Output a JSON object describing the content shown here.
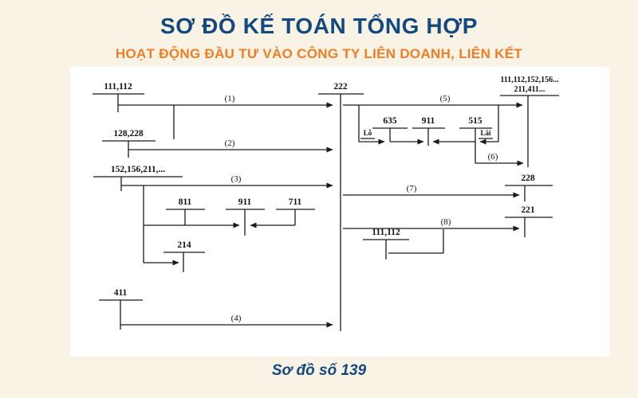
{
  "header": {
    "title": "SƠ ĐỒ KẾ TOÁN TỔNG HỢP",
    "subtitle": "HOẠT ĐỘNG ĐẦU TƯ VÀO CÔNG TY LIÊN DOANH, LIÊN KẾT"
  },
  "footer": {
    "caption": "Sơ đồ số 139"
  },
  "colors": {
    "background": "#f8f3e4",
    "panel": "#ffffff",
    "title_blue": "#14497f",
    "subtitle_orange": "#ee7d26",
    "line_black": "#1a1a1a"
  },
  "diagram": {
    "accounts": {
      "cash_left": "111,112",
      "investments_left": "128,228",
      "assets_left": "152,156,211,...",
      "expense_811": "811",
      "summary_911_left": "911",
      "income_711": "711",
      "depreciation_214": "214",
      "equity_411": "411",
      "jv_222": "222",
      "top_right_line1": "111,112,152,156...",
      "top_right_line2": "211,411...",
      "fin_expense_635": "635",
      "summary_911_right": "911",
      "fin_income_515": "515",
      "other_inv_228": "228",
      "subsidiary_221": "221",
      "cash_right": "111,112"
    },
    "flows": {
      "f1": "(1)",
      "f2": "(2)",
      "f3": "(3)",
      "f4": "(4)",
      "f5": "(5)",
      "f6": "(6)",
      "f7": "(7)",
      "f8": "(8)"
    },
    "notes": {
      "loss": "Lỗ",
      "gain": "Lãi"
    }
  }
}
